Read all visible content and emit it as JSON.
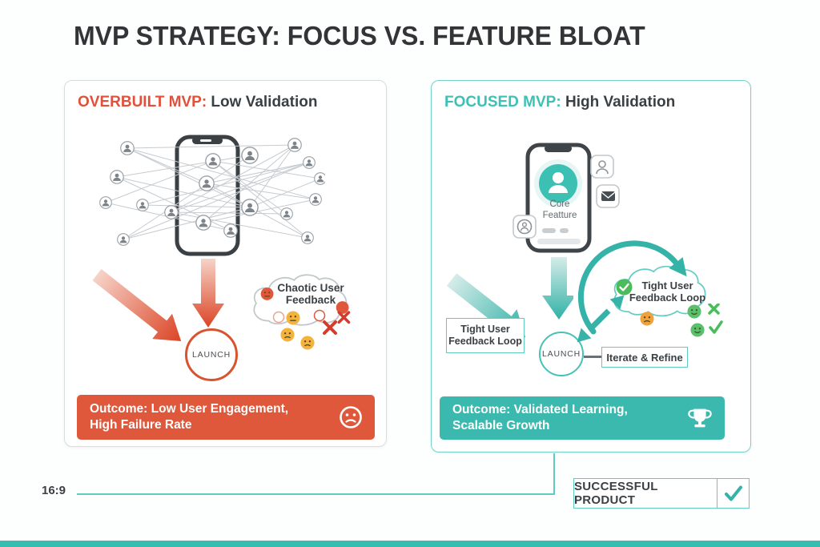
{
  "title": "MVP STRATEGY: FOCUS VS. FEATURE BLOAT",
  "colors": {
    "orange_accent": "#E0583B",
    "orange_heading": "#E0503A",
    "teal_accent": "#3CB9AE",
    "teal_heading": "#3EC0B5",
    "teal_border": "#74D2C9",
    "gray_border": "#D8DDE0",
    "dark_text": "#3A3F44",
    "bottom_bar": "#35BDB2"
  },
  "icons": {
    "left_outcome_icon": "sad-face-circle",
    "right_outcome_icon": "trophy",
    "success_icon": "checkmark",
    "cloud_icon": "cloud",
    "reject_icon": "x-cross",
    "approve_icon": "check-circle",
    "user_icon": "person-circle",
    "mail_icon": "envelope",
    "phone_icon": "smartphone"
  },
  "left_panel": {
    "heading_highlight": "OVERBUILT MVP:",
    "heading_rest": " Low Validation",
    "cloud_line1": "Chaotic User",
    "cloud_line2": "Feedback",
    "launch_label": "LAUNCH",
    "outcome_line1": "Outcome: Low User Engagement,",
    "outcome_line2": "High Failure Rate"
  },
  "right_panel": {
    "heading_highlight": "FOCUSED MVP:",
    "heading_rest": " High Validation",
    "phone_caption_line1": "Core",
    "phone_caption_line2": "Featture",
    "feedback_box_line1": "Tight User",
    "feedback_box_line2": "Feedback Loop",
    "cloud_line1": "Tight User",
    "cloud_line2": "Feedback Loop",
    "launch_label": "LAUNCH",
    "iterate_label": "Iterate & Refine",
    "outcome_line1": "Outcome: Validated Learning,",
    "outcome_line2": "Scalable Growth"
  },
  "footer": {
    "aspect_ratio": "16:9",
    "success_label": "SUCCESSFUL PRODUCT"
  }
}
